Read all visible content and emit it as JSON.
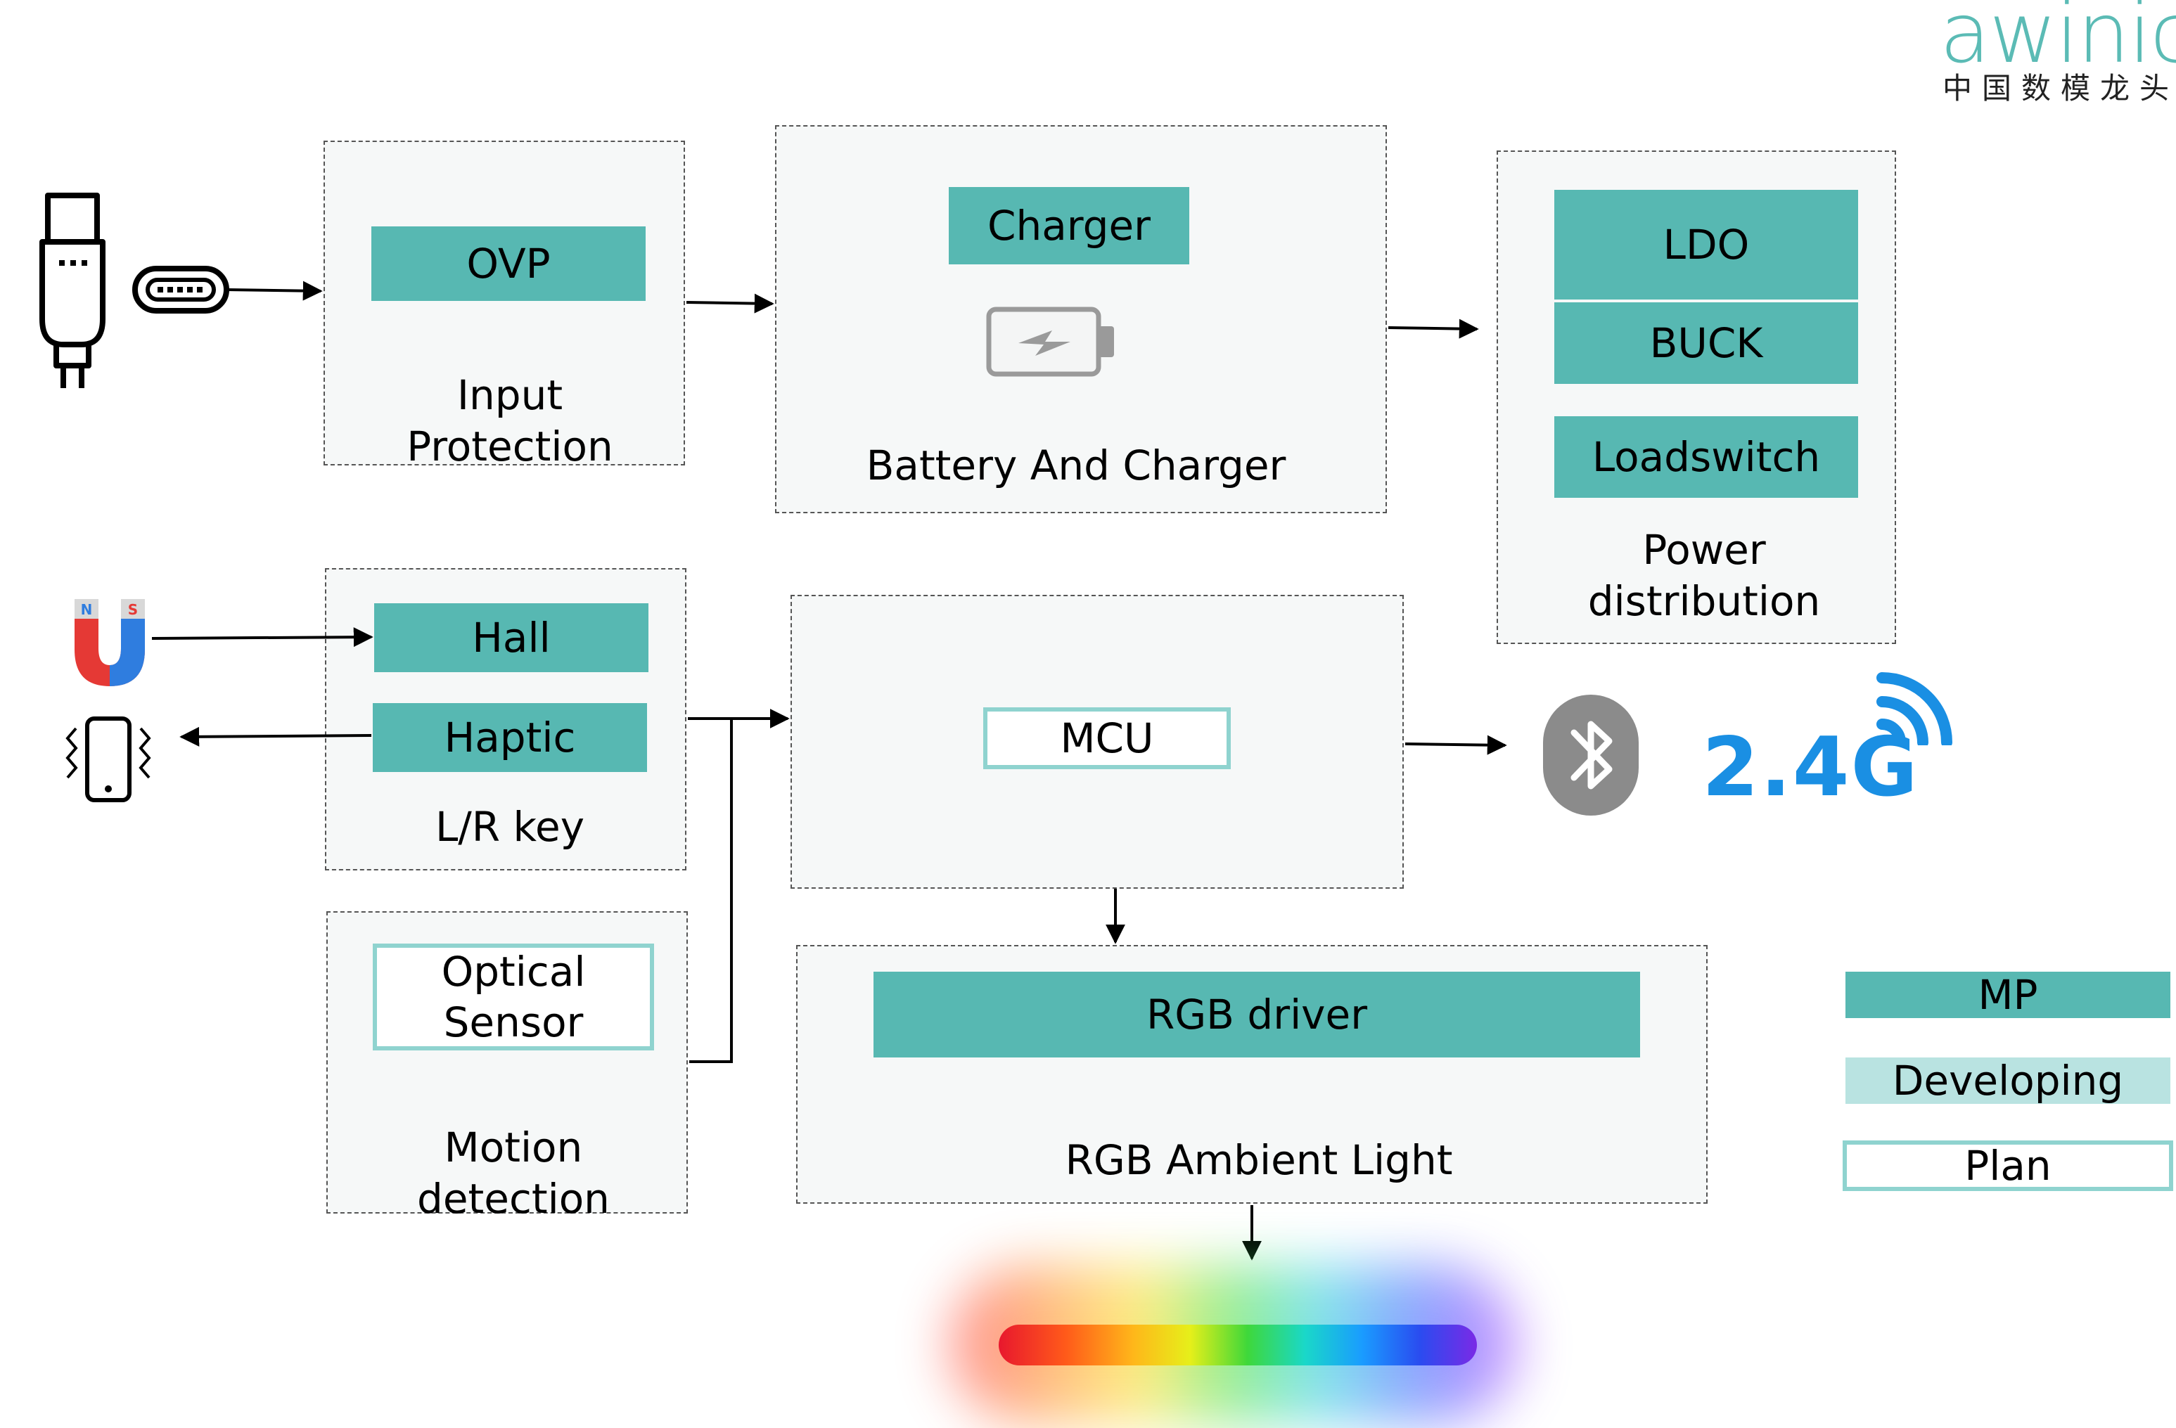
{
  "logo": {
    "brand": "awinic",
    "tagline": "中国数模龙头"
  },
  "colors": {
    "mp": "#57b8b2",
    "developing": "#b9e3e1",
    "plan_border": "#8fd3cf",
    "wireless": "#1a8fe3"
  },
  "blocks": {
    "input_protection": {
      "title": "Input Protection",
      "chip": "OVP"
    },
    "battery_charger": {
      "title": "Battery And Charger",
      "chip": "Charger"
    },
    "power_distribution": {
      "title": "Power distribution",
      "chips": [
        "LDO",
        "BUCK",
        "Loadswitch"
      ]
    },
    "lr_key": {
      "title": "L/R key",
      "chips": [
        "Hall",
        "Haptic"
      ]
    },
    "motion_detection": {
      "title": "Motion detection",
      "chip": "Optical Sensor"
    },
    "mcu": {
      "chip": "MCU"
    },
    "rgb_ambient": {
      "title": "RGB Ambient Light",
      "chip": "RGB driver"
    }
  },
  "wireless": {
    "label": "2.4G"
  },
  "legend": {
    "mp": "MP",
    "developing": "Developing",
    "plan": "Plan"
  },
  "icons": [
    "usb-cable-icon",
    "usb-c-port-icon",
    "battery-charging-icon",
    "magnet-icon",
    "phone-vibrate-icon",
    "bluetooth-icon",
    "wifi-signal-icon",
    "rgb-light-bar-icon"
  ]
}
